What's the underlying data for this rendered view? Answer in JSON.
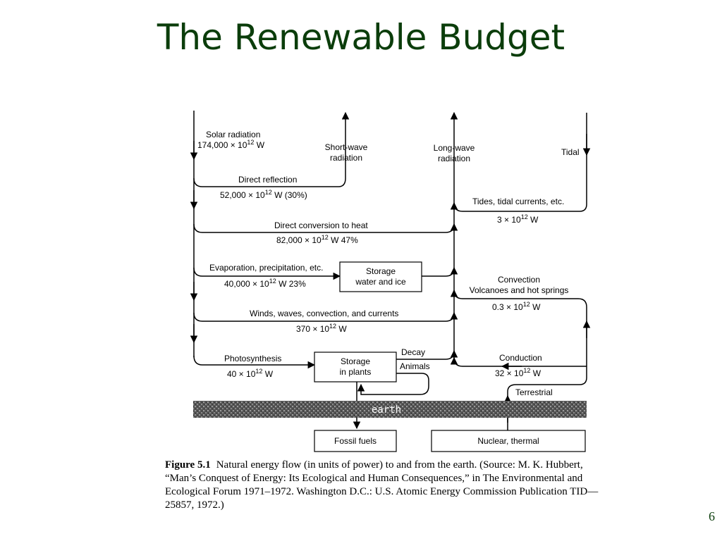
{
  "title": "The Renewable Budget",
  "page_number": "6",
  "diagram": {
    "solar_radiation": {
      "label": "Solar radiation",
      "value": "174,000 × 10",
      "exp": "12",
      "unit": " W"
    },
    "short_wave": {
      "line1": "Short-wave",
      "line2": "radiation"
    },
    "long_wave": {
      "line1": "Long-wave",
      "line2": "radiation"
    },
    "tidal": "Tidal",
    "direct_reflection": {
      "label": "Direct reflection",
      "value": "52,000 × 10",
      "exp": "12",
      "unit": " W (30%)"
    },
    "tides": {
      "label": "Tides, tidal currents, etc.",
      "value": "3 × 10",
      "exp": "12",
      "unit": " W"
    },
    "direct_conversion": {
      "label": "Direct conversion to heat",
      "value": "82,000 × 10",
      "exp": "12",
      "unit": " W 47%"
    },
    "evaporation": {
      "label": "Evaporation, precipitation, etc.",
      "value": "40,000 × 10",
      "exp": "12",
      "unit": " W 23%"
    },
    "storage_water": {
      "line1": "Storage",
      "line2": "water and ice"
    },
    "convection": {
      "line1": "Convection",
      "line2": "Volcanoes and hot springs",
      "value": "0.3 × 10",
      "exp": "12",
      "unit": " W"
    },
    "winds": {
      "label": "Winds, waves, convection, and currents",
      "value": "370 × 10",
      "exp": "12",
      "unit": " W"
    },
    "photosynthesis": {
      "label": "Photosynthesis",
      "value": "40 × 10",
      "exp": "12",
      "unit": " W"
    },
    "storage_plants": {
      "line1": "Storage",
      "line2": "in plants"
    },
    "decay": "Decay",
    "animals": "Animals",
    "conduction": {
      "label": "Conduction",
      "value": "32 × 10",
      "exp": "12",
      "unit": " W"
    },
    "terrestrial": "Terrestrial",
    "earth": "earth",
    "fossil_fuels": "Fossil fuels",
    "nuclear_thermal": "Nuclear, thermal"
  },
  "caption": {
    "label": "Figure 5.1",
    "text": "Natural energy flow (in units of power) to and from the earth. (Source: M. K. Hubbert, “Man’s Conquest of Energy: Its Ecological and Human Consequences,” in The Environmental and Ecological Forum 1971–1972. Washington D.C.: U.S. Atomic Energy Commission Publication TID—25857, 1972.)"
  }
}
